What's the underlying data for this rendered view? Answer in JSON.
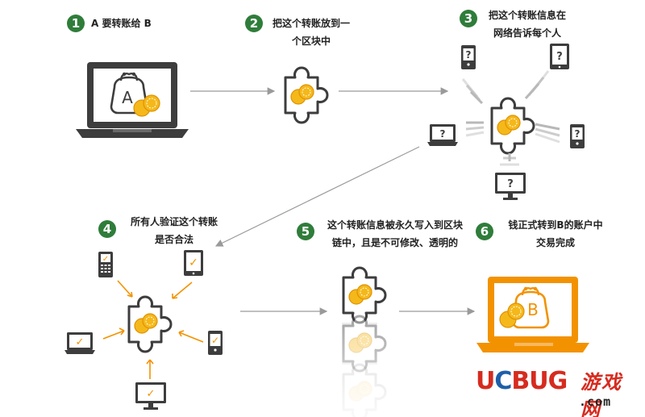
{
  "steps": [
    {
      "number": "1",
      "text_lines": [
        "A 要转账给 B"
      ]
    },
    {
      "number": "2",
      "text_lines": [
        "把这个转账放到一",
        "个区块中"
      ]
    },
    {
      "number": "3",
      "text_lines": [
        "把这个转账信息在",
        "网络告诉每个人"
      ]
    },
    {
      "number": "4",
      "text_lines": [
        "所有人验证这个转账",
        "是否合法"
      ]
    },
    {
      "number": "5",
      "text_lines": [
        "这个转账信息被永久写入到区块",
        "链中，且是不可修改、透明的"
      ]
    },
    {
      "number": "6",
      "text_lines": [
        "钱正式转到B的账户中",
        "交易完成"
      ]
    }
  ],
  "labels": {
    "wallet_a": "A",
    "wallet_b": "B",
    "question_mark": "?",
    "check_mark": "✓"
  },
  "brand": {
    "word_u": "U",
    "word_c": "C",
    "word_bug": "BUG",
    "chinese": "游戏网",
    "domain": ".com"
  },
  "colors": {
    "step_badge": "#2f7d3a",
    "device_dark": "#3d3d3d",
    "accent_orange": "#f39200",
    "coin_gold": "#f5b81a",
    "arrow_gray": "#9a9a9a",
    "check_orange": "#f39200",
    "brand_red": "#d62b1f",
    "brand_blue": "#1f5fa8"
  }
}
